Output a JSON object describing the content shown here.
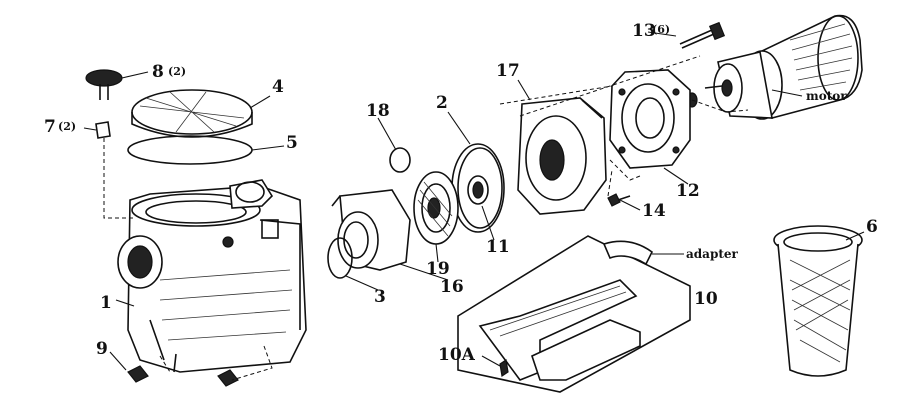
{
  "labels": {
    "p1": "1",
    "p2": "2",
    "p3": "3",
    "p4": "4",
    "p5": "5",
    "p6": "6",
    "p7": "7",
    "p7_qty": "(2)",
    "p8": "8",
    "p8_qty": "(2)",
    "p9": "9",
    "p10": "10",
    "p10a": "10A",
    "p11": "11",
    "p12": "12",
    "p13": "13",
    "p13_qty": "(6)",
    "p14": "14",
    "p16": "16",
    "p17": "17",
    "p18": "18",
    "p19": "19",
    "motor": "motor",
    "adapter": "adapter"
  }
}
